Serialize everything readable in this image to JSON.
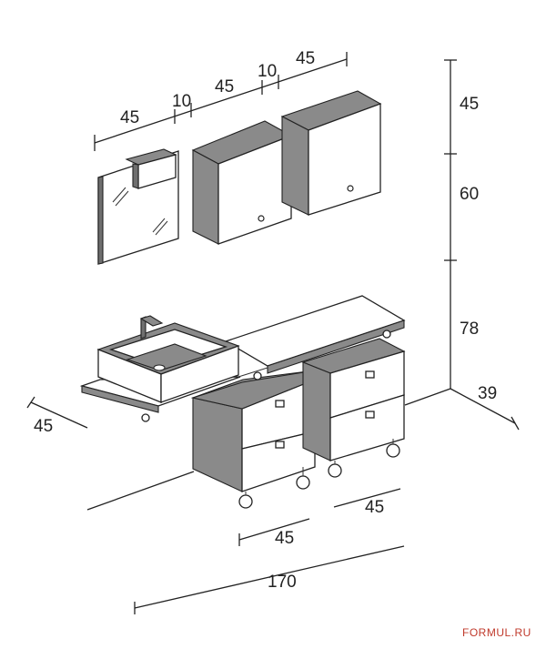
{
  "dimensions": {
    "top_45_a": "45",
    "top_10_a": "10",
    "top_45_b": "45",
    "top_10_b": "10",
    "top_45_c": "45",
    "height_45": "45",
    "height_60": "60",
    "height_78": "78",
    "depth_39": "39",
    "left_45": "45",
    "drawer_45_right": "45",
    "drawer_45_left": "45",
    "total_170": "170"
  },
  "watermark": "FORMUL.RU"
}
